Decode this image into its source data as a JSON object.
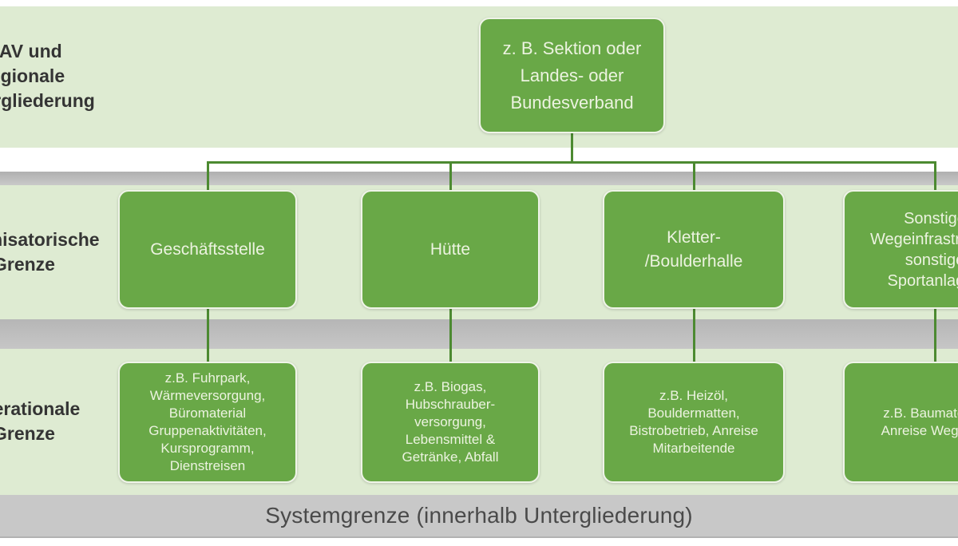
{
  "colors": {
    "node_green": "#69A847",
    "connector_green": "#4C8A31",
    "band_light_green": "#DEEBD2",
    "separator_gray": "#BFBFBF",
    "system_band_gray": "#C8C8C8",
    "node_text": "#ECF3E0",
    "label_text": "#343434"
  },
  "row_labels": {
    "row1": "DAV und\nregionale\nUntergliederung",
    "row2": "Organisatorische\nGrenze",
    "row3": "Operationale\nGrenze"
  },
  "nodes": {
    "top": "z. B. Sektion oder\nLandes- oder\nBundesverband",
    "row2": [
      {
        "label": "Geschäftsstelle"
      },
      {
        "label": "Hütte"
      },
      {
        "label": "Kletter-\n/Boulderhalle"
      },
      {
        "label": "Sonstige\nWegeinfrastruktur,\nsonstige\nSportanlagen"
      }
    ],
    "row3": [
      {
        "label": "z.B. Fuhrpark,\nWärmeversorgung,\nBüromaterial\nGruppenaktivitäten,\nKursprogramm,\nDienstreisen"
      },
      {
        "label": "z.B. Biogas,\nHubschrauber-\nversorgung,\nLebensmittel &\nGetränke, Abfall"
      },
      {
        "label": "z.B. Heizöl,\nBouldermatten,\nBistrobetrieb, Anreise\nMitarbeitende"
      },
      {
        "label": "z.B. Baumaterial,\nAnreise Wegebau"
      }
    ]
  },
  "system_boundary": {
    "label": "Systemgrenze (innerhalb Untergliederung)"
  }
}
